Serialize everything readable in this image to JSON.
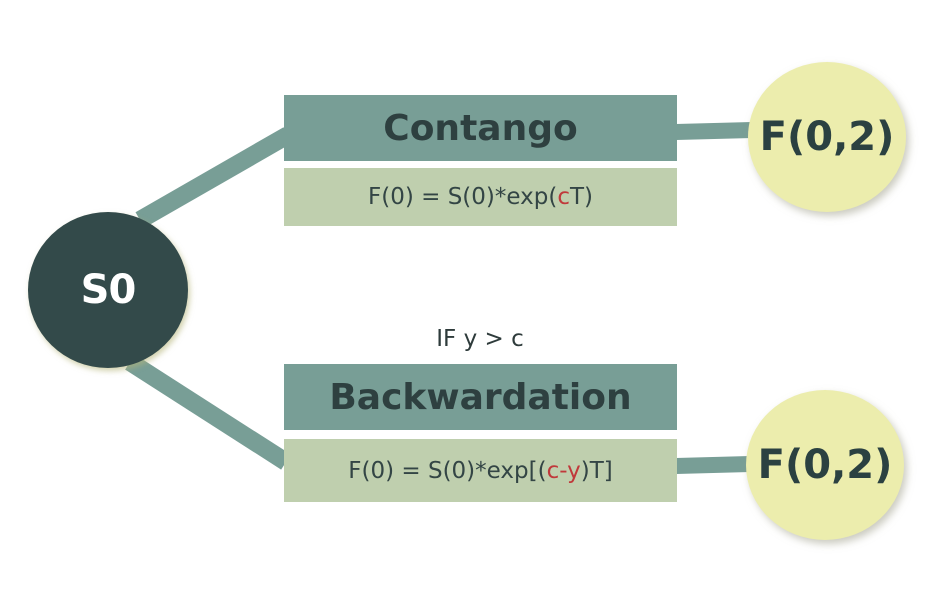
{
  "root_node": {
    "label": "S0"
  },
  "contango": {
    "title": "Contango",
    "formula_prefix": "F(0) = S(0)*exp(",
    "formula_highlight": "c",
    "formula_suffix": "T)",
    "result_node": "F(0,2)"
  },
  "condition": "IF y > c",
  "backwardation": {
    "title": "Backwardation",
    "formula_prefix": "F(0) = S(0)*exp[(",
    "formula_highlight": "c-y",
    "formula_suffix": ")T]",
    "result_node": "F(0,2)"
  },
  "colors": {
    "root_fill": "#334a4a",
    "connector": "#789e96",
    "header_fill": "#789e96",
    "formula_fill": "#bfcfae",
    "result_fill": "#ecedad",
    "highlight_text": "#c0393b"
  }
}
